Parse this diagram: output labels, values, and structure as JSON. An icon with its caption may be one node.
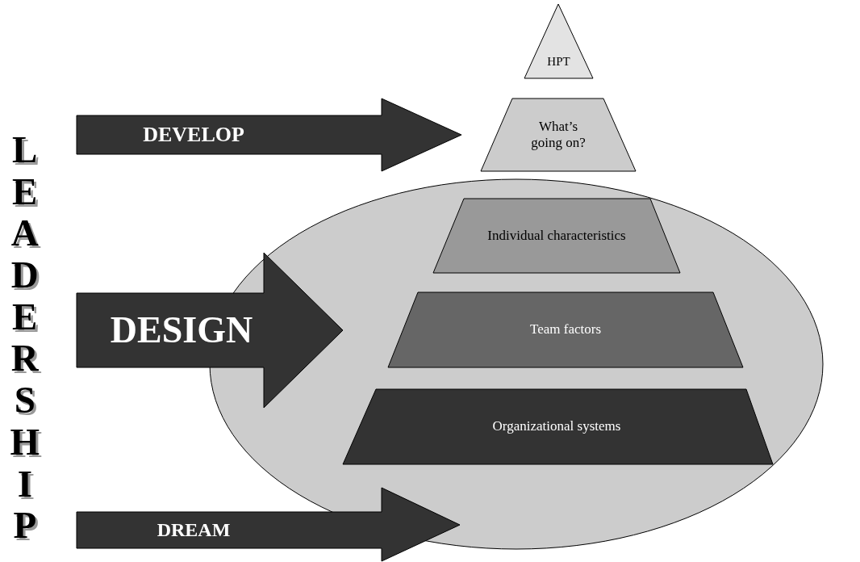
{
  "diagram": {
    "nodes": [
      {
        "text": [
          "HPT"
        ]
      },
      {
        "text": [
          "What’s going on?"
        ]
      },
      {
        "text": [
          "DEVELOP"
        ]
      },
      {
        "text": [],
        "shape": "ellipse"
      },
      {
        "text": [
          "Individual characteristics"
        ],
        "in": 3
      },
      {
        "text": [
          "DESIGN"
        ]
      },
      {
        "text": [
          "Team factors"
        ],
        "in": 3
      },
      {
        "text": [
          "Organizational systems"
        ],
        "in": 3
      },
      {
        "text": [
          "DREAM"
        ]
      }
    ],
    "labels": [
      "LEADERSHIP"
    ]
  }
}
